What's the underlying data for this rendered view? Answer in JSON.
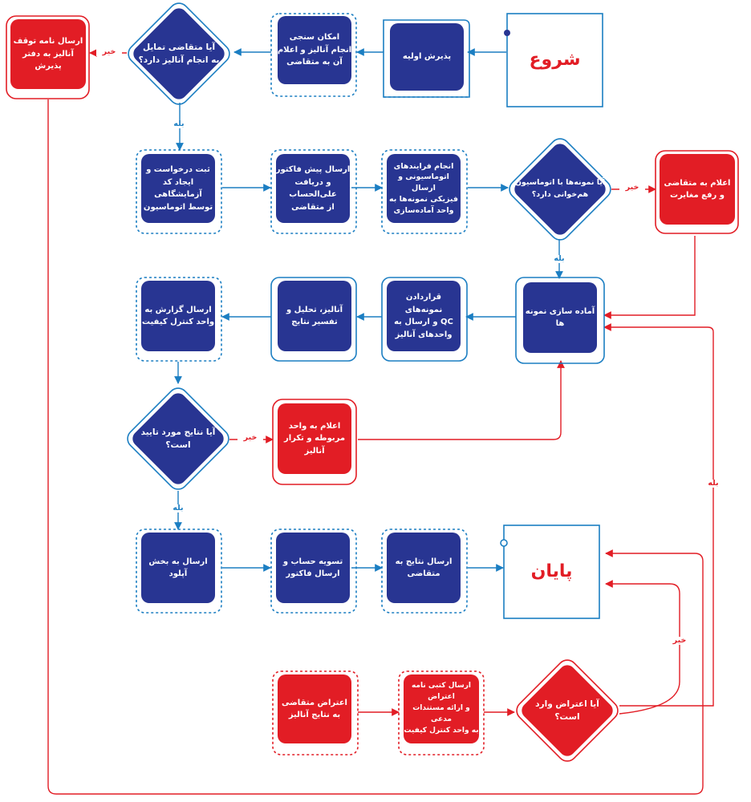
{
  "colors": {
    "navy": "#283592",
    "blue": "#1b7ec2",
    "red": "#e21d25",
    "white": "#ffffff"
  },
  "nodes": {
    "start": "شروع",
    "n_reception": "پذیرش اولیه",
    "n_feasibility": "امکان سنجی\nانجام آنالیز و اعلام\nآن به متقاضی",
    "d_willing": "آیا متقاضی تمایل\nبه انجام آنالیز دارد؟",
    "r_stop": "ارسال نامه توقف\nآنالیز به دفتر پذیرش",
    "n_register": "ثبت درخواست و\nایجاد کد آزمایشگاهی\nتوسط اتوماسیون",
    "n_invoice": "ارسال پیش فاکتور\nو دریافت علی‌الحساب\nاز متقاضی",
    "n_process": "انجام فرایندهای\nاتوماسیونی و ارسال\nفیزیکی نمونه‌ها به\nواحد آماده‌سازی",
    "d_match": "آیا نمونه‌ها با اتوماسیون\nهم‌خوانی دارد؟",
    "r_notify": "اعلام به متقاضی\nو رفع مغایرت",
    "n_prepare": "آماده سازی نمونه ها",
    "n_qc": "قراردادن نمونه‌های\nQC و ارسال به\nواحدهای آنالیز",
    "n_analysis": "آنالیز، تحلیل و\nتفسیر نتایج",
    "n_report": "ارسال گزارش به\nواحد کنترل کیفیت",
    "d_approved": "آیا نتایج مورد تایید است؟",
    "r_repeat": "اعلام به واحد\nمربوطه و تکرار آنالیز",
    "n_upload": "ارسال به بخش آپلود",
    "n_settle": "تسویه حساب و\nارسال فاکتور",
    "n_send": "ارسال نتایج به\nمتقاضی",
    "end": "پایان",
    "r_objection": "اعتراض متقاضی\nبه نتایج آنالیز",
    "r_letter": "ارسال کتبی نامه اعتراض\nو ارائه مستندات مدعی\nبه واحد کنترل کیفیت",
    "d_objection": "آیا اعتراض وارد است؟"
  },
  "edges": {
    "yes": "بله",
    "no": "خیر"
  }
}
